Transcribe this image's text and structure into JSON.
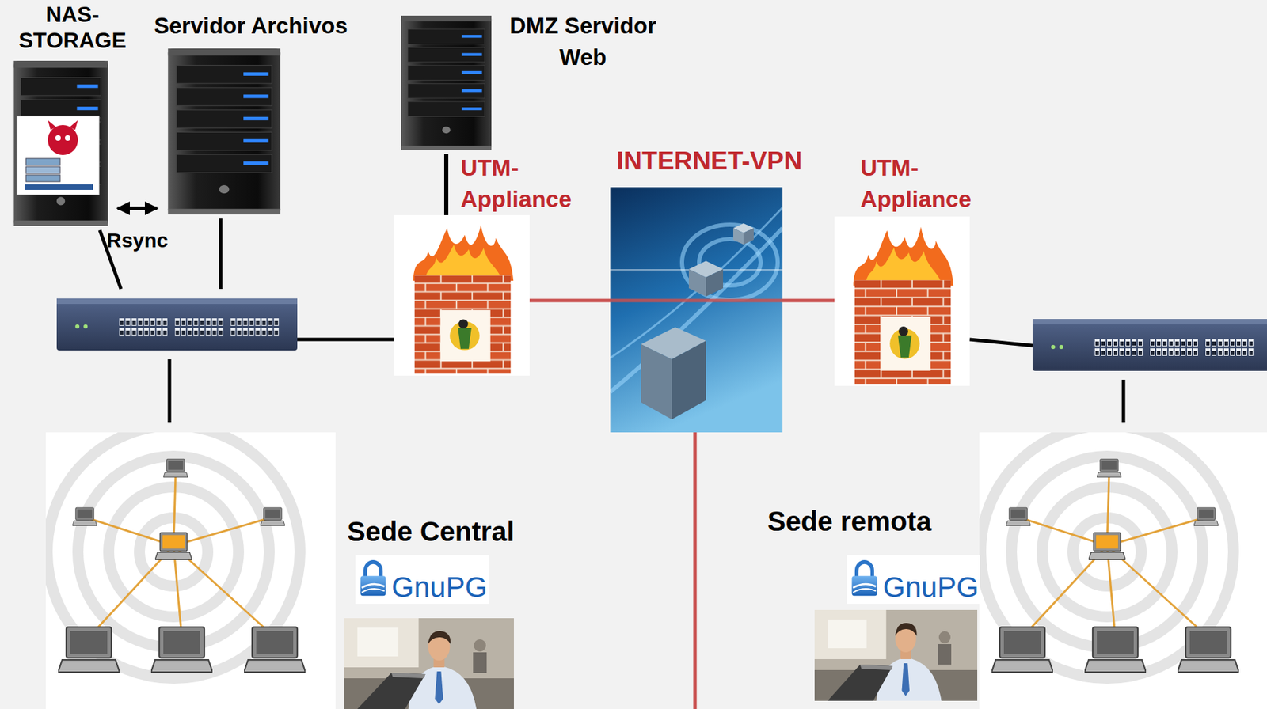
{
  "diagram": {
    "nodes": [
      {
        "text": [
          "NAS- STORAGE"
        ]
      },
      {
        "text": [
          "Servidor Archivos"
        ]
      },
      {
        "text": [
          "DMZ Servidor Web"
        ]
      },
      {
        "text": [
          "UTM- Appliance"
        ]
      },
      {
        "text": [
          "INTERNET-VPN"
        ]
      },
      {
        "text": [
          "UTM- Appliance"
        ]
      }
    ],
    "edges": [
      {
        "from": 0,
        "to": 1,
        "arrow": "both",
        "label": "Rsync"
      },
      {
        "from": 2,
        "to": 3,
        "arrow": "none"
      },
      {
        "from": 3,
        "to": 4,
        "arrow": "none"
      },
      {
        "from": 4,
        "to": 5,
        "arrow": "none"
      }
    ],
    "labels": [
      "Sede Central",
      "GnuPG",
      "Sede remota",
      "GnuPG"
    ]
  }
}
